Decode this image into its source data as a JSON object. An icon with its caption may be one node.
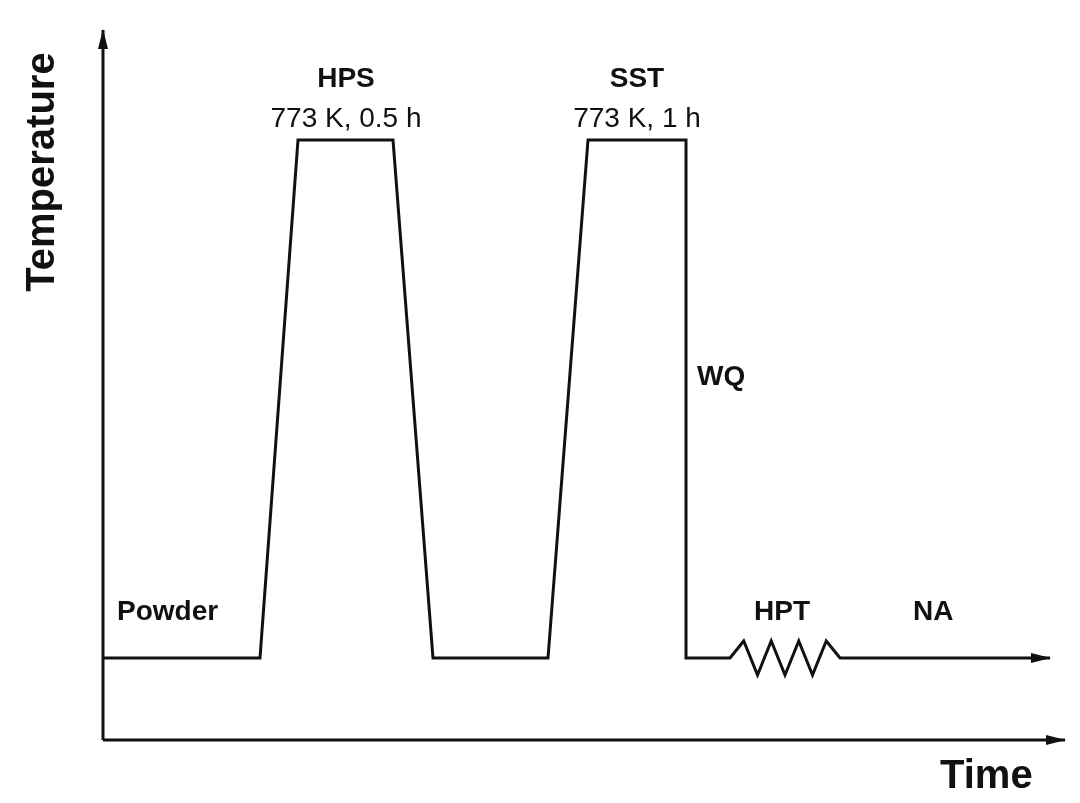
{
  "diagram": {
    "labels": [
      "HPS",
      "773 K, 0.5 h",
      "SST",
      "773 K, 1 h",
      "Temperature",
      "WQ",
      "Powder",
      "HPT",
      "NA",
      "Time"
    ]
  }
}
